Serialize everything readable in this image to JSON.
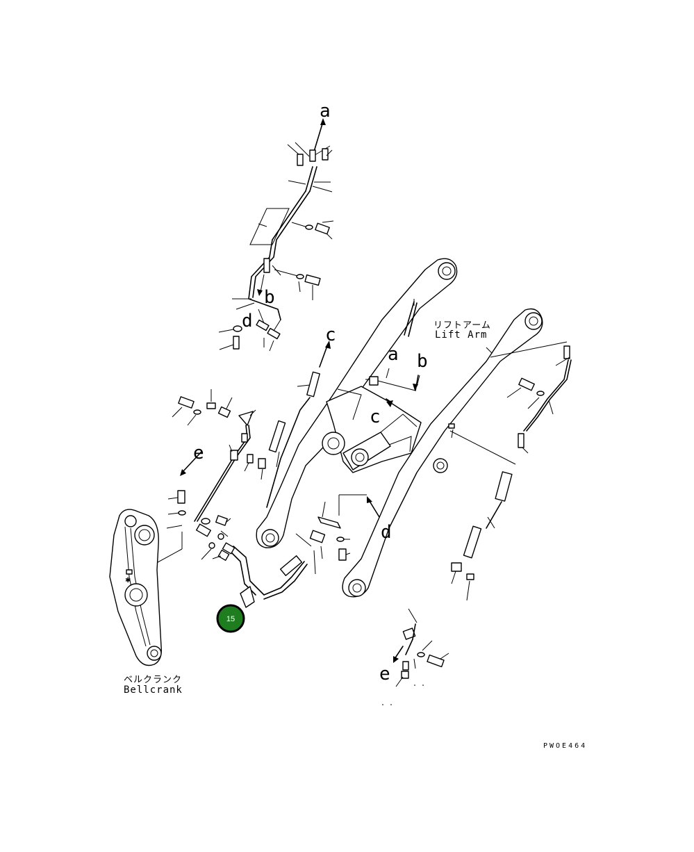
{
  "labels": {
    "a_top": "a",
    "a_arm": "a",
    "b_upper": "b",
    "b_arm": "b",
    "c_upper": "c",
    "c_arm": "c",
    "d_upper": "d",
    "d_arm": "d",
    "e_left": "e",
    "e_lower": "e"
  },
  "lift_arm": {
    "jp": "リフトアーム",
    "en": "Lift Arm"
  },
  "bellcrank": {
    "jp": "ベルクランク",
    "en": "Bellcrank"
  },
  "callout": {
    "number": "15",
    "color": "#1e7d1e"
  },
  "drawing_code": "PWOE464"
}
